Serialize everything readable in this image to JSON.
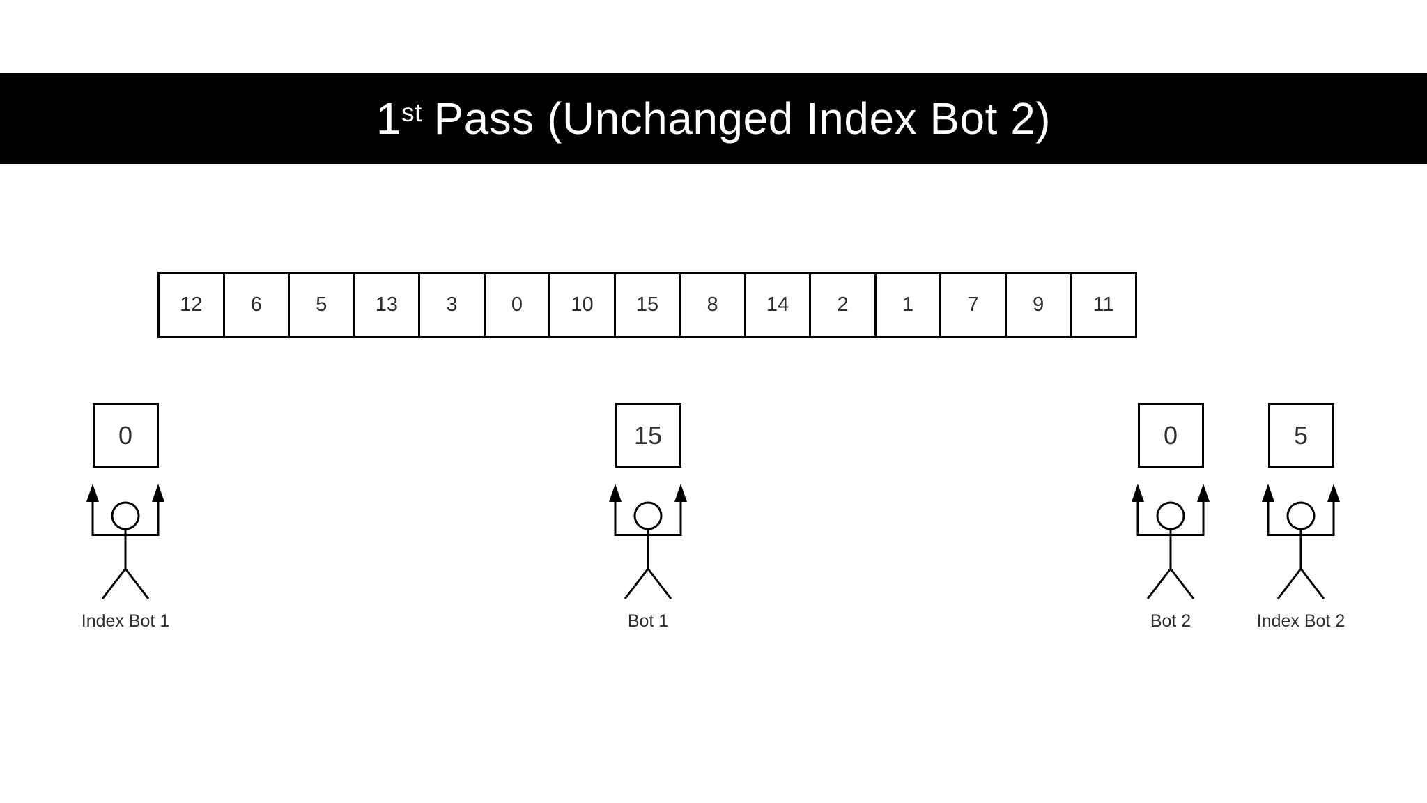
{
  "slide": {
    "title": {
      "number": "1",
      "ordinal_suffix": "st",
      "rest": "Pass (Unchanged Index Bot 2)"
    }
  },
  "array": {
    "cells": [
      "12",
      "6",
      "5",
      "13",
      "3",
      "0",
      "10",
      "15",
      "8",
      "14",
      "2",
      "1",
      "7",
      "9",
      "11"
    ]
  },
  "bots": [
    {
      "label": "Index Bot 1",
      "value": "0"
    },
    {
      "label": "Bot 1",
      "value": "15"
    },
    {
      "label": "Bot 2",
      "value": "0"
    },
    {
      "label": "Index Bot 2",
      "value": "5"
    }
  ],
  "colors": {
    "banner_background": "#000000",
    "banner_text": "#ffffff",
    "stroke": "#000000",
    "text": "#2e2e2e",
    "page_background": "#ffffff"
  }
}
